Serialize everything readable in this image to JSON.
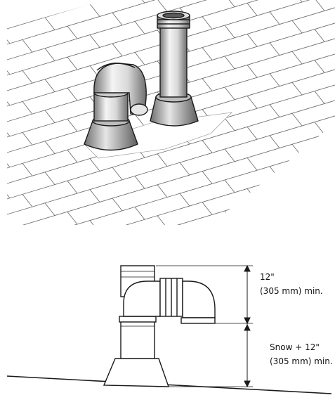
{
  "dimensions": {
    "upper": {
      "line1": "12\"",
      "line2": "(305 mm) min."
    },
    "lower": {
      "line1": "Snow + 12\"",
      "line2": "(305 mm) min."
    }
  },
  "colors": {
    "stroke": "#1a1a1a",
    "fill_light": "#f2f2f2",
    "fill_mid": "#cfcfcf",
    "fill_dark": "#8a8a8a"
  }
}
